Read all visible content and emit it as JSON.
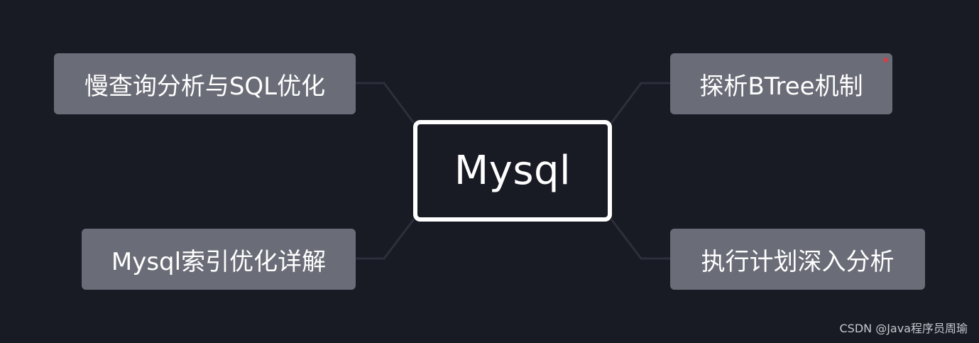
{
  "diagram": {
    "center": {
      "label": "Mysql"
    },
    "topics": [
      {
        "label": "慢查询分析与SQL优化"
      },
      {
        "label": "Mysql索引优化详解"
      },
      {
        "label": "探析BTree机制"
      },
      {
        "label": "执行计划深入分析"
      }
    ]
  },
  "watermark": "CSDN @Java程序员周瑜",
  "colors": {
    "background": "#181a24",
    "topic_fill": "#6a6c77",
    "center_border": "#ffffff",
    "connector": "#2d2f3a",
    "text": "#ffffff"
  }
}
